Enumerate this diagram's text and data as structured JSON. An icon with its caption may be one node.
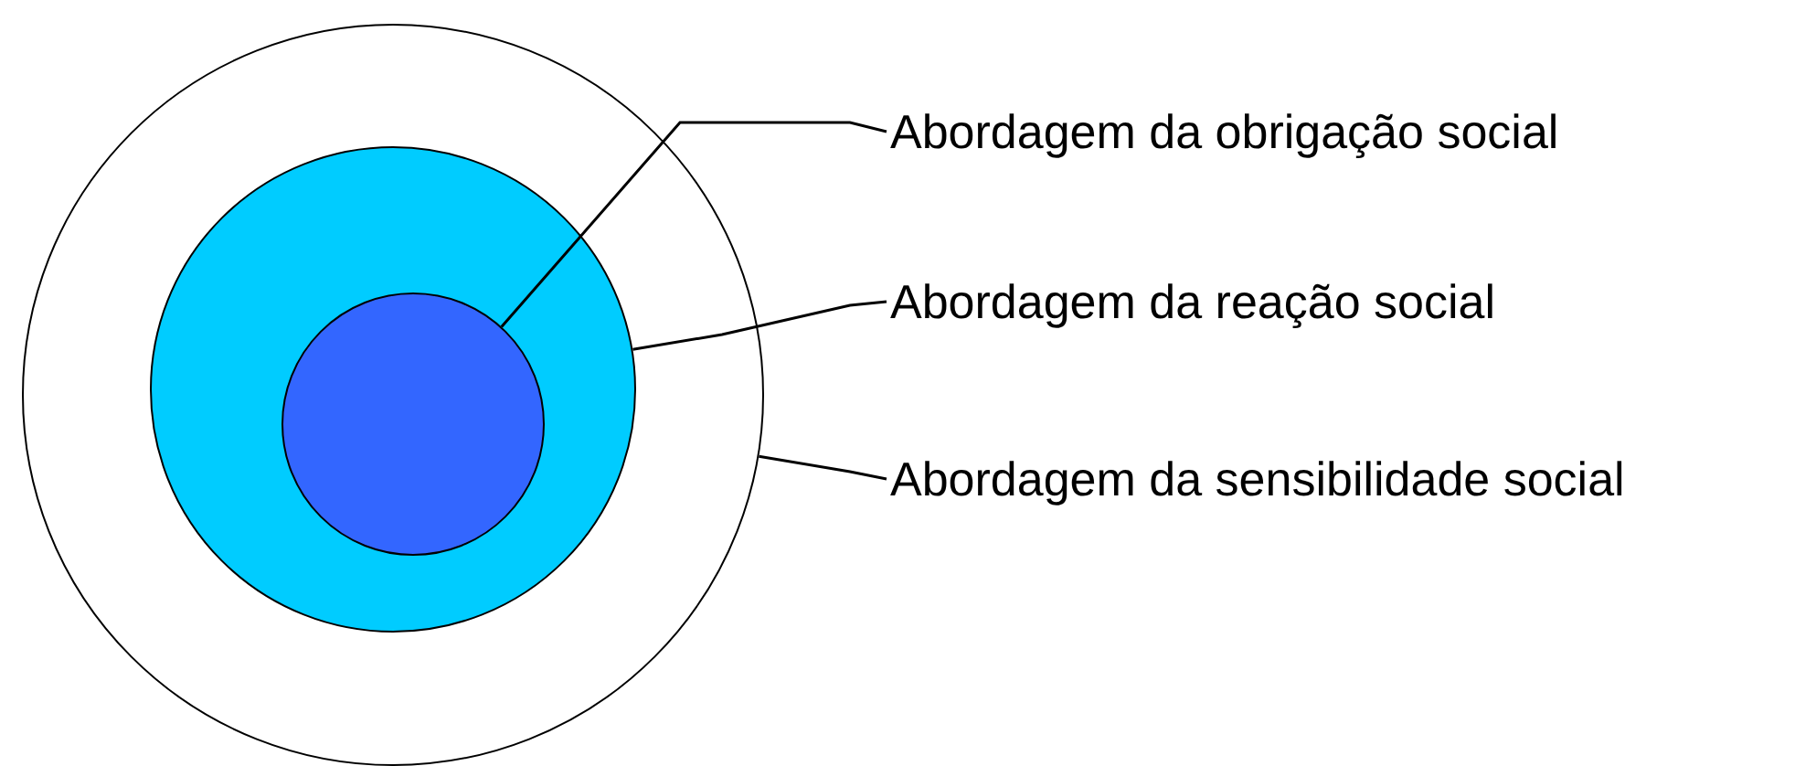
{
  "diagram": {
    "nodes": [
      {
        "text": [],
        "shape": "circle"
      },
      {
        "text": [],
        "shape": "circle",
        "in": 0
      },
      {
        "text": [],
        "shape": "circle",
        "in": 1
      },
      {
        "text": [
          "Abordagem da obrigação social"
        ]
      },
      {
        "text": [
          "Abordagem da reação social"
        ]
      },
      {
        "text": [
          "Abordagem da sensibilidade social"
        ]
      }
    ],
    "edges": [
      {
        "from": 3,
        "to": 2,
        "arrow": "none"
      },
      {
        "from": 4,
        "to": 1,
        "arrow": "none"
      },
      {
        "from": 5,
        "to": 0,
        "arrow": "none"
      }
    ]
  }
}
